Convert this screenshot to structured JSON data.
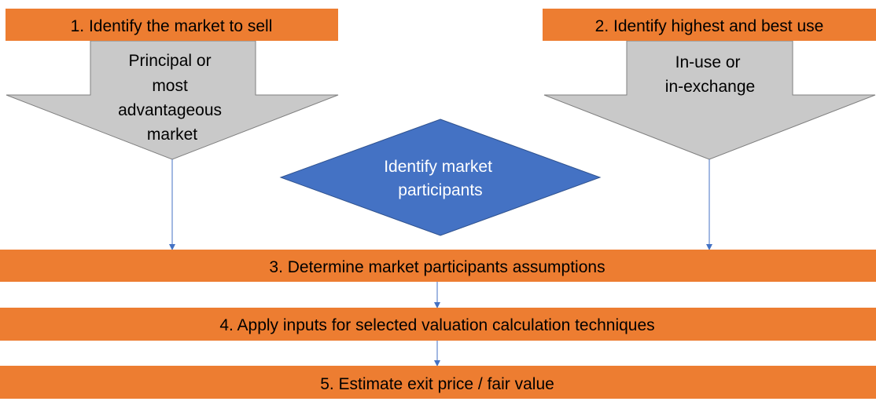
{
  "colors": {
    "orange": "#ED7D31",
    "gray": "#C9C9C9",
    "gray_stroke": "#7F7F7F",
    "blue": "#4472C4",
    "connector": "#4472C4",
    "text_dark": "#000000",
    "text_light": "#FFFFFF"
  },
  "steps": {
    "step1": "1. Identify the market to sell",
    "step2": "2. Identify highest and best use",
    "step3": "3. Determine market participants assumptions",
    "step4": "4. Apply inputs for selected valuation calculation techniques",
    "step5": "5. Estimate exit price / fair value"
  },
  "arrows": {
    "left": {
      "lines": [
        "Principal or",
        "most",
        "advantageous",
        "market"
      ]
    },
    "right": {
      "lines": [
        "In-use or",
        "in-exchange"
      ]
    }
  },
  "diamond": {
    "lines": [
      "Identify market",
      "participants"
    ]
  }
}
